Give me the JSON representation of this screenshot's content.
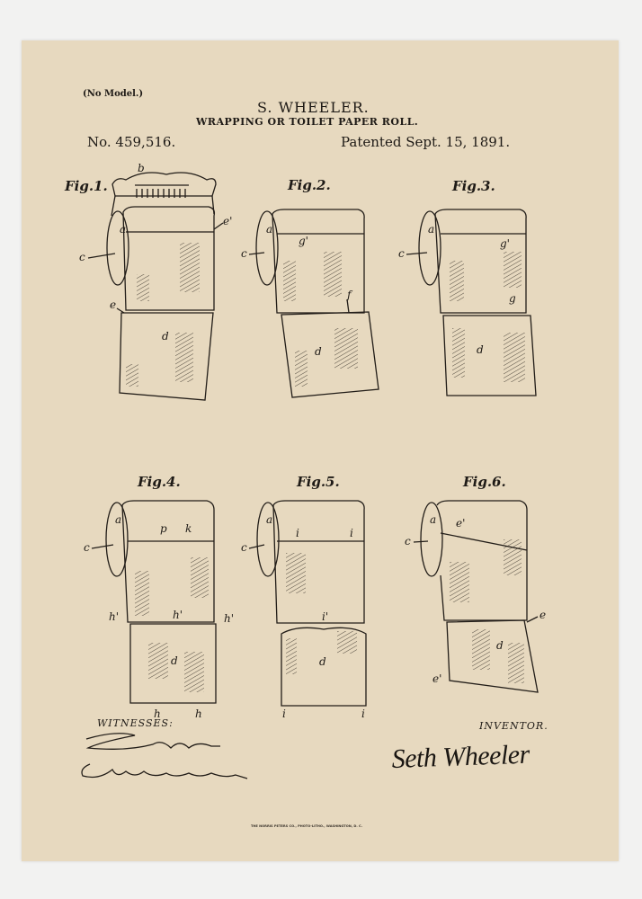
{
  "header": {
    "no_model": "(No Model.)",
    "inventor_name": "S. WHEELER.",
    "title": "WRAPPING OR TOILET PAPER ROLL.",
    "patent_number": "No. 459,516.",
    "patent_date": "Patented Sept. 15, 1891."
  },
  "figures": [
    {
      "title": "Fig.1.",
      "labels": {
        "b": "b",
        "a": "a",
        "c": "c",
        "e1": "e'",
        "e": "e",
        "d": "d"
      }
    },
    {
      "title": "Fig.2.",
      "labels": {
        "a": "a",
        "c": "c",
        "g1": "g'",
        "f": "f",
        "d": "d"
      }
    },
    {
      "title": "Fig.3.",
      "labels": {
        "a": "a",
        "c": "c",
        "g1": "g'",
        "g": "g",
        "d": "d"
      }
    },
    {
      "title": "Fig.4.",
      "labels": {
        "a": "a",
        "c": "c",
        "p": "p",
        "k": "k",
        "h1a": "h'",
        "h1b": "h'",
        "h1c": "h'",
        "d": "d",
        "ha": "h",
        "hb": "h"
      }
    },
    {
      "title": "Fig.5.",
      "labels": {
        "a": "a",
        "c": "c",
        "ia": "i",
        "ib": "i",
        "i1": "i'",
        "d": "d",
        "ic": "i",
        "id": "i"
      }
    },
    {
      "title": "Fig.6.",
      "labels": {
        "a": "a",
        "c": "c",
        "e1": "e'",
        "e": "e",
        "d": "d",
        "e1b": "e'"
      }
    }
  ],
  "witnesses_label": "WITNESSES:",
  "inventor_label": "INVENTOR.",
  "inventor_signature": "Seth Wheeler",
  "footer": "THE NORRIS PETERS CO., PHOTO-LITHO., WASHINGTON, D. C.",
  "colors": {
    "paper": "#e7d9bf",
    "ink": "#1e1a16",
    "background": "#f2f2f1"
  }
}
